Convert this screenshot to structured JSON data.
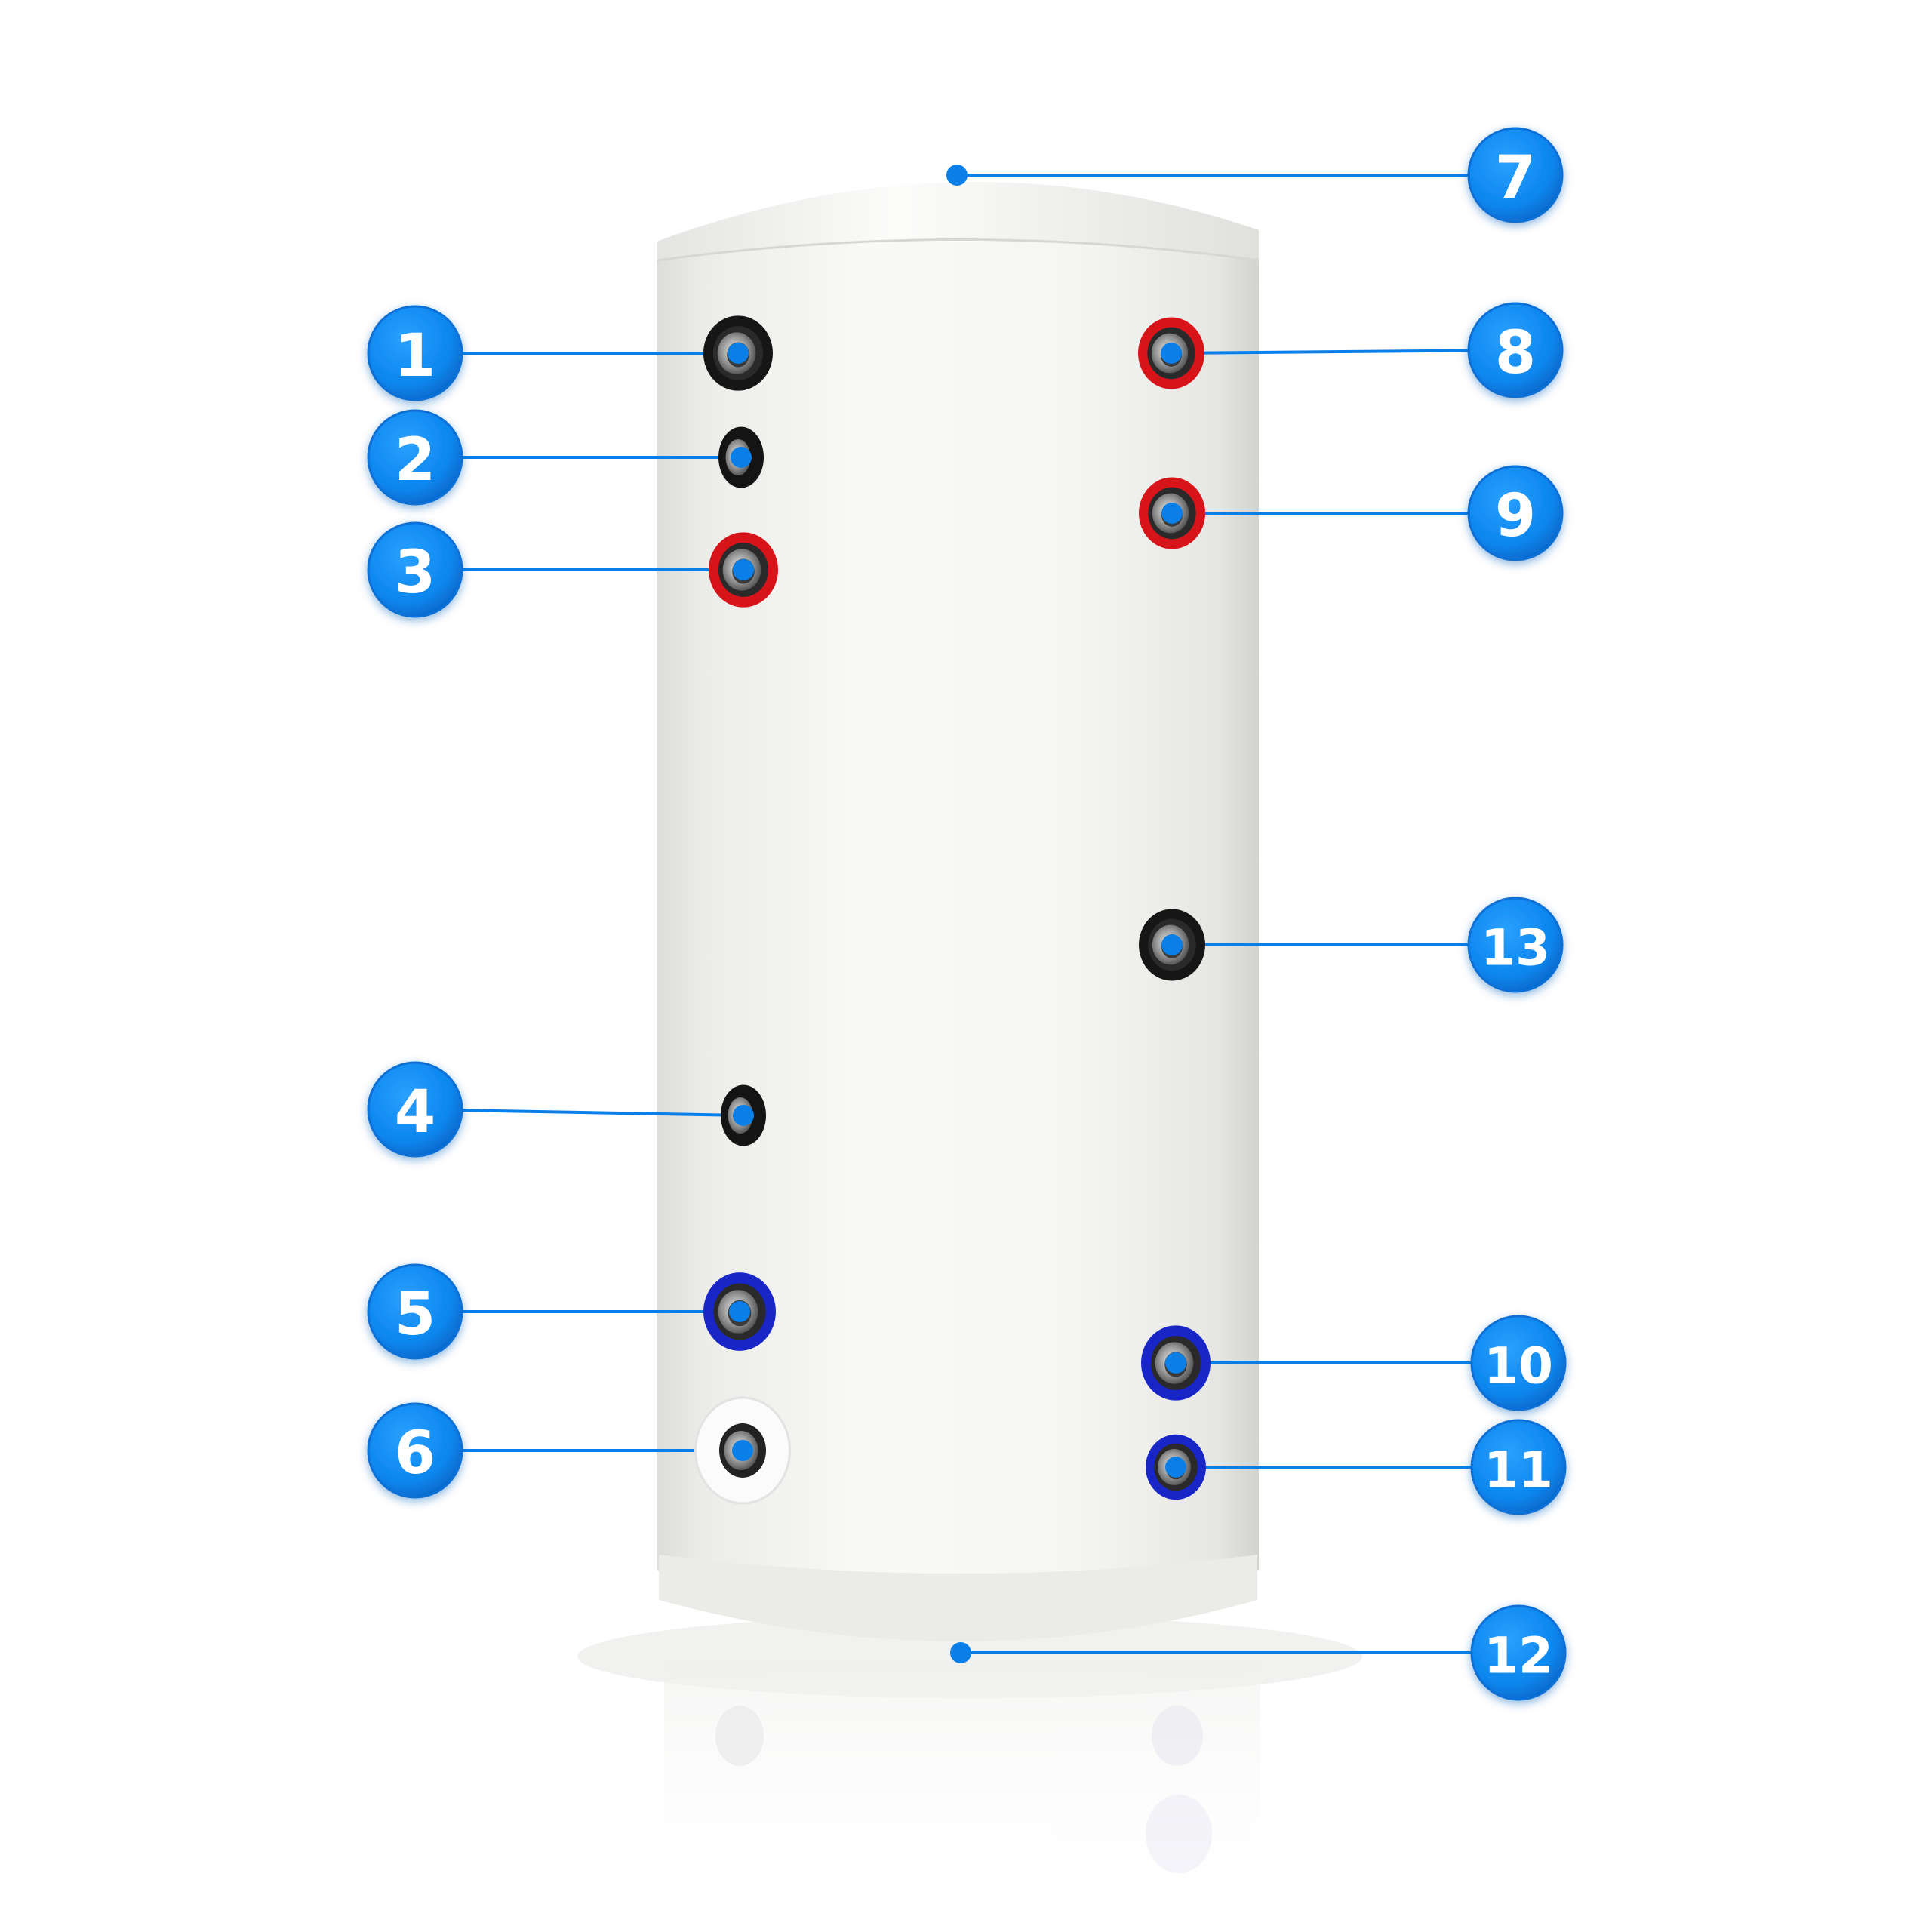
{
  "colors": {
    "accent": "#0a7fe8",
    "badge": "#0b86ee",
    "badge_dark": "#0566c8",
    "hot_ring": "#d8141b",
    "cold_ring": "#1826c8",
    "neutral_ring": "#161616",
    "tank_body": "#f4f4f2"
  },
  "callouts": [
    {
      "number": "1",
      "side": "left",
      "port": "neutral-fitting"
    },
    {
      "number": "2",
      "side": "left",
      "port": "sensor-socket"
    },
    {
      "number": "3",
      "side": "left",
      "port": "hot-fitting"
    },
    {
      "number": "4",
      "side": "left",
      "port": "sensor-socket"
    },
    {
      "number": "5",
      "side": "left",
      "port": "cold-fitting"
    },
    {
      "number": "6",
      "side": "left",
      "port": "flange-fitting"
    },
    {
      "number": "7",
      "side": "right",
      "port": "top-point"
    },
    {
      "number": "8",
      "side": "right",
      "port": "hot-fitting"
    },
    {
      "number": "9",
      "side": "right",
      "port": "hot-fitting"
    },
    {
      "number": "10",
      "side": "right",
      "port": "cold-fitting"
    },
    {
      "number": "11",
      "side": "right",
      "port": "cold-fitting"
    },
    {
      "number": "12",
      "side": "right",
      "port": "bottom-point"
    },
    {
      "number": "13",
      "side": "right",
      "port": "neutral-fitting"
    }
  ]
}
